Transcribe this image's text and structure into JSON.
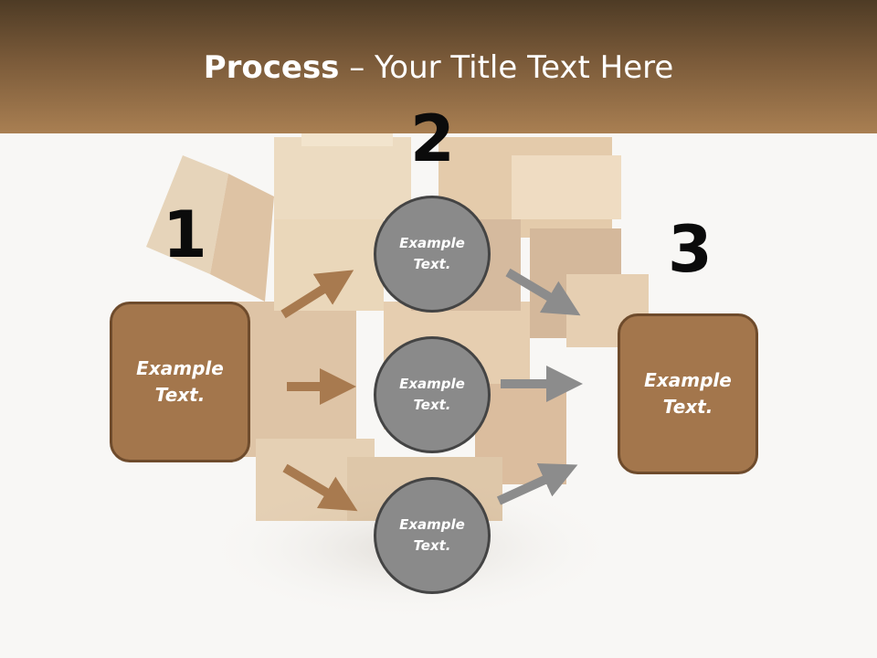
{
  "header": {
    "title_bold": "Process",
    "title_rest": " – Your Title Text Here"
  },
  "steps": {
    "one": "1",
    "two": "2",
    "three": "3"
  },
  "left_box": {
    "text": "Example\nText."
  },
  "right_box": {
    "text": "Example\nText."
  },
  "circles": [
    {
      "text": "Example\nText."
    },
    {
      "text": "Example\nText."
    },
    {
      "text": "Example\nText."
    }
  ],
  "colors": {
    "header_top": "#4e3b25",
    "header_bottom": "#a97f52",
    "box_fill": "#a3764c",
    "box_border": "#6e4b2c",
    "circle_fill": "#8a8a8a",
    "circle_border": "#444444",
    "arrow_brown": "#a87a4f",
    "arrow_gray": "#8c8c8c"
  }
}
